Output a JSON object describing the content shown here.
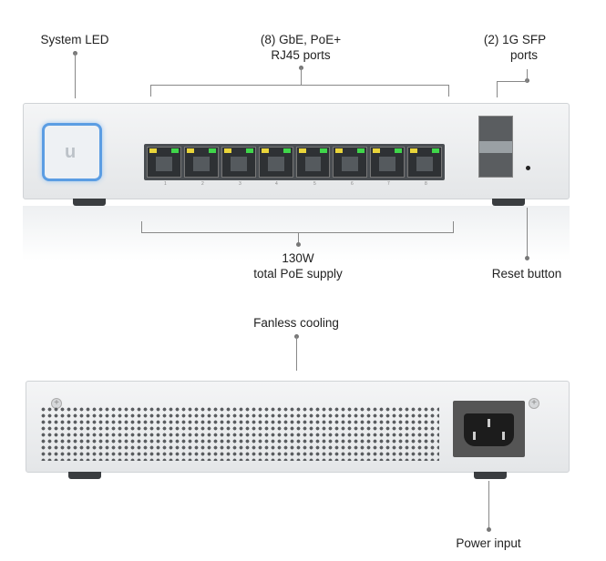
{
  "callouts": {
    "system_led": "System LED",
    "rj45": [
      "(8) GbE, PoE+",
      "RJ45 ports"
    ],
    "sfp": [
      "(2) 1G SFP",
      "ports"
    ],
    "poe": [
      "130W",
      "total PoE supply"
    ],
    "reset": "Reset button",
    "fanless": "Fanless cooling",
    "power": "Power input"
  },
  "ports": [
    "1",
    "2",
    "3",
    "4",
    "5",
    "6",
    "7",
    "8"
  ],
  "colors": {
    "led_ring": "#5b9de3",
    "port_led_amber": "#e9d53a",
    "port_led_green": "#3fd64a"
  }
}
